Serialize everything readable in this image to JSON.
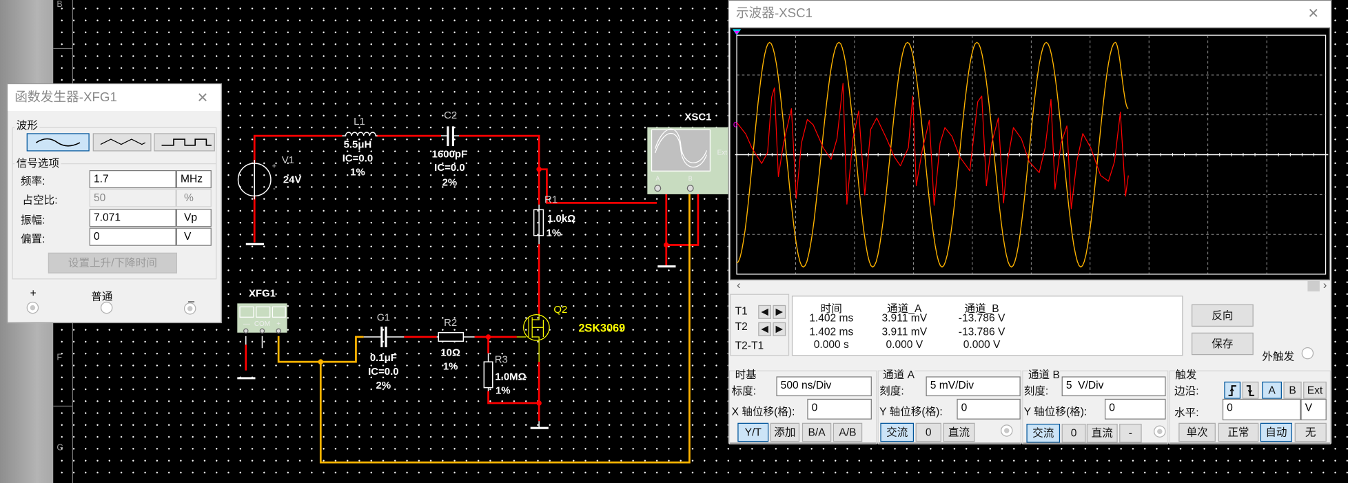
{
  "ruler": {
    "letters": [
      "B",
      "F",
      "G"
    ]
  },
  "circuit": {
    "v1": {
      "name": "V1",
      "value": "24V",
      "plus": "+",
      "minus": "-"
    },
    "l1": {
      "name": "L1",
      "value": "5.5μH",
      "ic": "IC=0.0",
      "tol": "1%"
    },
    "c2": {
      "name": "C2",
      "value": "1600pF",
      "ic": "IC=0.0",
      "tol": "2%"
    },
    "r1": {
      "name": "R1",
      "value": "1.0kΩ",
      "tol": "1%"
    },
    "xsc1": {
      "name": "XSC1",
      "ext": "Ext",
      "a": "A",
      "b": "B"
    },
    "xfg1": {
      "name": "XFG1",
      "com": "COM",
      "minus": "—",
      "plus": "+"
    },
    "c1": {
      "name": "C1",
      "value": "0.1μF",
      "ic": "IC=0.0",
      "tol": "2%"
    },
    "r2": {
      "name": "R2",
      "value": "10Ω",
      "tol": "1%"
    },
    "r3": {
      "name": "R3",
      "value": "1.0MΩ",
      "tol": "1%"
    },
    "q2": {
      "name": "Q2",
      "model": "2SK3069"
    },
    "colors": {
      "wire_red": "#ff0000",
      "wire_yellow": "#ffb400",
      "part_white": "#ffffff",
      "mosfet_yellow": "#ffff00"
    }
  },
  "function_generator": {
    "title": "函数发生器-XFG1",
    "waveform_group": "波形",
    "waveforms": [
      {
        "icon": "sine-wave-icon",
        "selected": true
      },
      {
        "icon": "triangle-wave-icon",
        "selected": false
      },
      {
        "icon": "square-wave-icon",
        "selected": false
      }
    ],
    "signal_group": "信号选项",
    "fields": [
      {
        "label": "频率:",
        "value": "1.7",
        "unit": "MHz",
        "disabled": false
      },
      {
        "label": "占空比:",
        "value": "50",
        "unit": "%",
        "disabled": true
      },
      {
        "label": "振幅:",
        "value": "7.071",
        "unit": "Vp",
        "disabled": false
      },
      {
        "label": "偏置:",
        "value": "0",
        "unit": "V",
        "disabled": false
      }
    ],
    "rise_fall_button": "设置上升/下降时间",
    "terminals": {
      "plus": "+",
      "common": "普通",
      "minus": "_"
    }
  },
  "oscilloscope": {
    "title": "示波器-XSC1",
    "scroll_left": "‹",
    "scroll_right": "›",
    "cursors": {
      "t1": "T1",
      "t2": "T2",
      "diff": "T2-T1"
    },
    "readout": {
      "headers": [
        "时间",
        "通道_A",
        "通道_B"
      ],
      "rows": [
        [
          "1.402 ms",
          "3.911 mV",
          "-13.786 V"
        ],
        [
          "1.402 ms",
          "3.911 mV",
          "-13.786 V"
        ],
        [
          "0.000 s",
          "0.000 V",
          "0.000 V"
        ]
      ]
    },
    "reverse_button": "反向",
    "save_button": "保存",
    "ext_trigger_label": "外触发",
    "timebase": {
      "title": "时基",
      "scale_label": "标度:",
      "scale": "500 ns/Div",
      "xpos_label": "X 轴位移(格):",
      "xpos": "0",
      "modes": [
        {
          "label": "Y/T",
          "selected": true
        },
        {
          "label": "添加",
          "selected": false
        },
        {
          "label": "B/A",
          "selected": false
        },
        {
          "label": "A/B",
          "selected": false
        }
      ]
    },
    "channel_a": {
      "title": "通道 A",
      "scale_label": "刻度:",
      "scale": "5 mV/Div",
      "ypos_label": "Y 轴位移(格):",
      "ypos": "0",
      "coupling": [
        {
          "label": "交流",
          "selected": true
        },
        {
          "label": "0",
          "selected": false
        },
        {
          "label": "直流",
          "selected": false
        }
      ]
    },
    "channel_b": {
      "title": "通道 B",
      "scale_label": "刻度:",
      "scale": "5  V/Div",
      "ypos_label": "Y 轴位移(格):",
      "ypos": "0",
      "coupling": [
        {
          "label": "交流",
          "selected": true
        },
        {
          "label": "0",
          "selected": false
        },
        {
          "label": "直流",
          "selected": false
        },
        {
          "label": "-",
          "selected": false
        }
      ]
    },
    "trigger": {
      "title": "触发",
      "edge_label": "边沿:",
      "level_label": "水平:",
      "level": "0",
      "level_unit": "V",
      "edges": [
        {
          "icon": "rising-edge-icon",
          "selected": true
        },
        {
          "icon": "falling-edge-icon",
          "selected": false
        }
      ],
      "sources": [
        {
          "label": "A",
          "selected": true
        },
        {
          "label": "B",
          "selected": false
        },
        {
          "label": "Ext",
          "selected": false
        }
      ],
      "modes": [
        {
          "label": "单次",
          "selected": false
        },
        {
          "label": "正常",
          "selected": false
        },
        {
          "label": "自动",
          "selected": true
        },
        {
          "label": "无",
          "selected": false
        }
      ]
    }
  },
  "chart_data": {
    "type": "line",
    "grid": true,
    "x_unit": "ns",
    "xlim": [
      0,
      5000
    ],
    "x_divisions": 10,
    "y_divisions": 6,
    "series": [
      {
        "channel": "A",
        "color": "#ff0000",
        "unit": "mV",
        "scale_per_div": 5,
        "points": [
          [
            0,
            4.05
          ],
          [
            77,
            2.6
          ],
          [
            128,
            0.87
          ],
          [
            212,
            -1.1
          ],
          [
            262,
            0.29
          ],
          [
            296,
            7.23
          ],
          [
            320,
            8.38
          ],
          [
            353,
            -2.75
          ],
          [
            397,
            1.45
          ],
          [
            464,
            5.78
          ],
          [
            505,
            -5.49
          ],
          [
            549,
            1.45
          ],
          [
            599,
            4.42
          ],
          [
            649,
            3.76
          ],
          [
            734,
            0.87
          ],
          [
            801,
            -0.58
          ],
          [
            851,
            2.02
          ],
          [
            902,
            8.96
          ],
          [
            935,
            -6.21
          ],
          [
            986,
            2.02
          ],
          [
            1036,
            5.49
          ],
          [
            1087,
            -5.06
          ],
          [
            1137,
            3.18
          ],
          [
            1188,
            4.62
          ],
          [
            1272,
            2.02
          ],
          [
            1339,
            -0.29
          ],
          [
            1390,
            -1.39
          ],
          [
            1457,
            0.87
          ],
          [
            1494,
            7.37
          ],
          [
            1524,
            -3.9
          ],
          [
            1575,
            0.58
          ],
          [
            1635,
            4.34
          ],
          [
            1676,
            -6.36
          ],
          [
            1726,
            1.45
          ],
          [
            1767,
            3.41
          ],
          [
            1827,
            2.31
          ],
          [
            1894,
            -0.29
          ],
          [
            1979,
            -2.02
          ],
          [
            2046,
            6.65
          ],
          [
            2080,
            7.37
          ],
          [
            2120,
            -3.9
          ],
          [
            2164,
            1.45
          ],
          [
            2221,
            4.62
          ],
          [
            2265,
            -6.07
          ],
          [
            2298,
            -0.87
          ],
          [
            2349,
            3.41
          ],
          [
            2416,
            2.02
          ],
          [
            2483,
            -0.87
          ],
          [
            2568,
            -2.25
          ],
          [
            2618,
            0.87
          ],
          [
            2668,
            6.94
          ],
          [
            2702,
            -4.34
          ],
          [
            2753,
            1.45
          ],
          [
            2803,
            3.61
          ],
          [
            2840,
            -6.79
          ],
          [
            2887,
            -0.87
          ],
          [
            2938,
            2.66
          ],
          [
            3005,
            0.87
          ],
          [
            3089,
            -2.6
          ],
          [
            3156,
            -3.32
          ],
          [
            3207,
            -0.87
          ],
          [
            3257,
            5.35
          ],
          [
            3301,
            -5.2
          ],
          [
            3325,
            -2.6
          ]
        ]
      },
      {
        "channel": "B",
        "color": "#ffb400",
        "unit": "V",
        "scale_per_div": 5,
        "extrema": [
          [
            0,
            -13.6
          ],
          [
            279,
            14.1
          ],
          [
            565,
            -14.1
          ],
          [
            868,
            14.1
          ],
          [
            1154,
            -14.1
          ],
          [
            1450,
            14.1
          ],
          [
            1743,
            -14.1
          ],
          [
            2039,
            14.1
          ],
          [
            2332,
            -14.1
          ],
          [
            2628,
            14.1
          ],
          [
            2921,
            -14.1
          ],
          [
            3214,
            14.1
          ],
          [
            3324,
            5.8
          ]
        ]
      }
    ]
  }
}
